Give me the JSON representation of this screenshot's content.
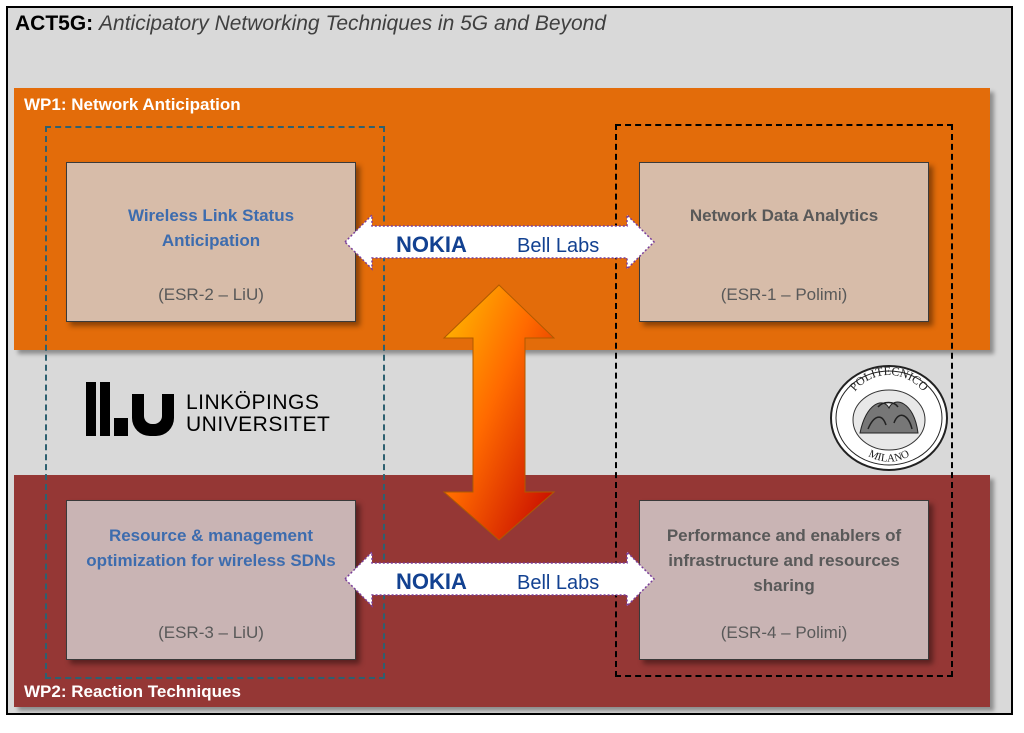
{
  "header": {
    "project": "ACT5G:",
    "subtitle": "Anticipatory Networking Techniques in 5G and Beyond"
  },
  "work_packages": [
    {
      "label": "WP1: Network Anticipation",
      "color": "#e36c0a"
    },
    {
      "label": "WP2: Reaction Techniques",
      "color": "#953735"
    }
  ],
  "boxes": {
    "wireless_link": {
      "title": "Wireless Link Status Anticipation",
      "esr": "(ESR-2 – LiU)"
    },
    "network_data": {
      "title": "Network Data Analytics",
      "esr": "(ESR-1 – Polimi)"
    },
    "resource_mgmt": {
      "title": "Resource & management optimization for wireless SDNs",
      "esr": "(ESR-3 – LiU)"
    },
    "performance": {
      "title": "Performance and enablers of infrastructure and resources sharing",
      "esr": "(ESR-4 – Polimi)"
    }
  },
  "links": {
    "top": {
      "brand": "NOKIA",
      "lab": "Bell Labs"
    },
    "bottom": {
      "brand": "NOKIA",
      "lab": "Bell Labs"
    }
  },
  "logos": {
    "liu": {
      "line1": "LINKÖPINGS",
      "line2": "UNIVERSITET",
      "mark": "liu"
    },
    "polimi": {
      "top": "POLITECNICO",
      "bottom": "MILANO"
    }
  },
  "colors": {
    "nokia_blue": "#124191",
    "accent_blue": "#3d6cae",
    "liu_dash": "#2e6070"
  },
  "icons": {
    "wp_link_arrow": "double-arrow-vertical-icon",
    "bell_labs_arrow": "double-arrow-horizontal-icon"
  }
}
